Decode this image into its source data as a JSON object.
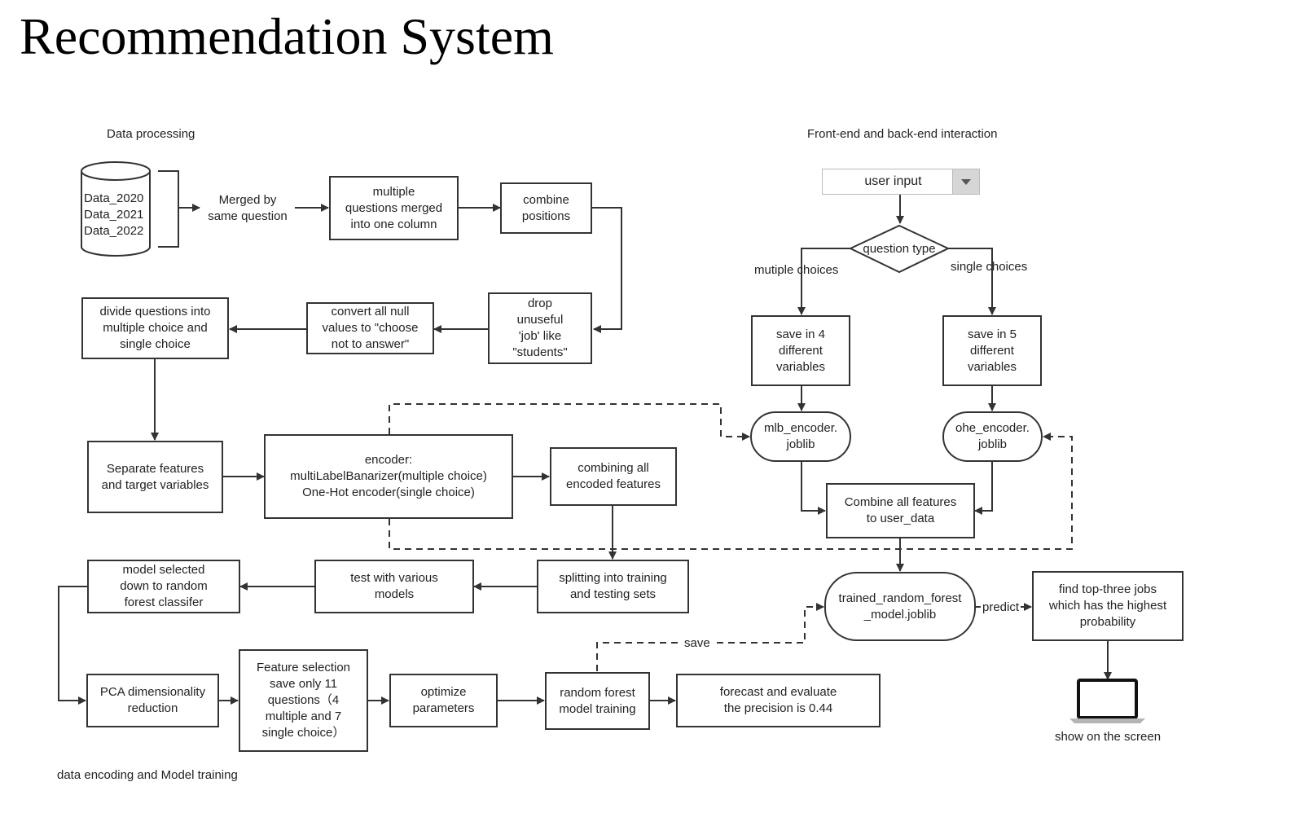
{
  "title": "Recommendation System",
  "sections": {
    "data_processing": "Data processing",
    "frontend": "Front-end and back-end interaction",
    "training": "data encoding and Model training"
  },
  "nodes": {
    "database": "Data_2020\nData_2021\nData_2022",
    "merged": "Merged by\nsame question",
    "multi_merged": "multiple\nquestions merged\ninto one column",
    "combine_positions": "combine\npositions",
    "drop_unuseful": "drop\nunuseful\n'job' like\n\"students\"",
    "convert_null": "convert all null\nvalues to \"choose\nnot to answer\"",
    "divide_questions": "divide questions into\nmultiple choice and\nsingle choice",
    "separate_features": "Separate features\nand target variables",
    "encoder": "encoder:\nmultiLabelBanarizer(multiple choice)\nOne-Hot encoder(single choice)",
    "combining_encoded": "combining all\nencoded features",
    "splitting": "splitting into training\nand testing sets",
    "test_models": "test with various\nmodels",
    "model_selected": "model selected\ndown to random\nforest classifer",
    "pca": "PCA dimensionality\nreduction",
    "feature_selection": "Feature selection\nsave only 11\nquestions（4\nmultiple and 7\nsingle choice）",
    "optimize": "optimize\nparameters",
    "rf_training": "random forest\nmodel training",
    "forecast": "forecast and evaluate\nthe precision is 0.44",
    "user_input": "user input",
    "question_type": "question type",
    "save4": "save in 4\ndifferent\nvariables",
    "save5": "save in 5\ndifferent\nvariables",
    "mlb_encoder": "mlb_encoder.\njoblib",
    "ohe_encoder": "ohe_encoder.\njoblib",
    "combine_user": "Combine all features\nto user_data",
    "trained_model": "trained_random_forest\n_model.joblib",
    "top_three": "find top-three jobs\nwhich has the highest\nprobability",
    "show_screen": "show on the screen"
  },
  "edge_labels": {
    "multiple_choices": "mutiple choices",
    "single_choices": "single choices",
    "predict": "predict",
    "save": "save"
  },
  "icons": [
    "database-icon",
    "dropdown-caret-icon",
    "laptop-icon"
  ]
}
